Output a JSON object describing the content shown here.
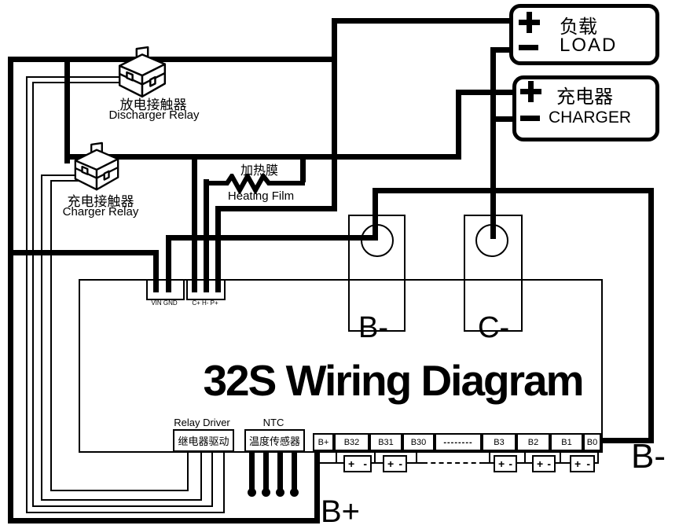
{
  "title": "32S Wiring Diagram",
  "colors": {
    "line": "#000000",
    "background": "#ffffff"
  },
  "load_box": {
    "plus": "+",
    "minus": "-",
    "cn": "负载",
    "en": "LOAD"
  },
  "charger_box": {
    "plus": "+",
    "minus": "-",
    "cn": "充电器",
    "en": "CHARGER"
  },
  "discharger_relay": {
    "cn": "放电接触器",
    "en": "Discharger Relay"
  },
  "charger_relay": {
    "cn": "充电接触器",
    "en": "Charger Relay"
  },
  "heating_film": {
    "cn": "加热膜",
    "en": "Heating Film"
  },
  "sensors": {
    "b_minus": "B-",
    "c_minus": "C-"
  },
  "connectors": {
    "vin_gnd": "VIN GND",
    "c_h_p": "C+ H- P+"
  },
  "relay_driver": {
    "en": "Relay Driver",
    "cn": "继电器驱动"
  },
  "ntc": {
    "en": "NTC",
    "cn": "温度传感器"
  },
  "strip": {
    "terminals": [
      "B+",
      "B32",
      "B31",
      "B30",
      "--------",
      "B3",
      "B2",
      "B1",
      "B0"
    ]
  },
  "battery": {
    "cell_plus": "+",
    "cell_minus": "-"
  },
  "pack_labels": {
    "b_plus": "B+",
    "b_minus": "B-"
  }
}
